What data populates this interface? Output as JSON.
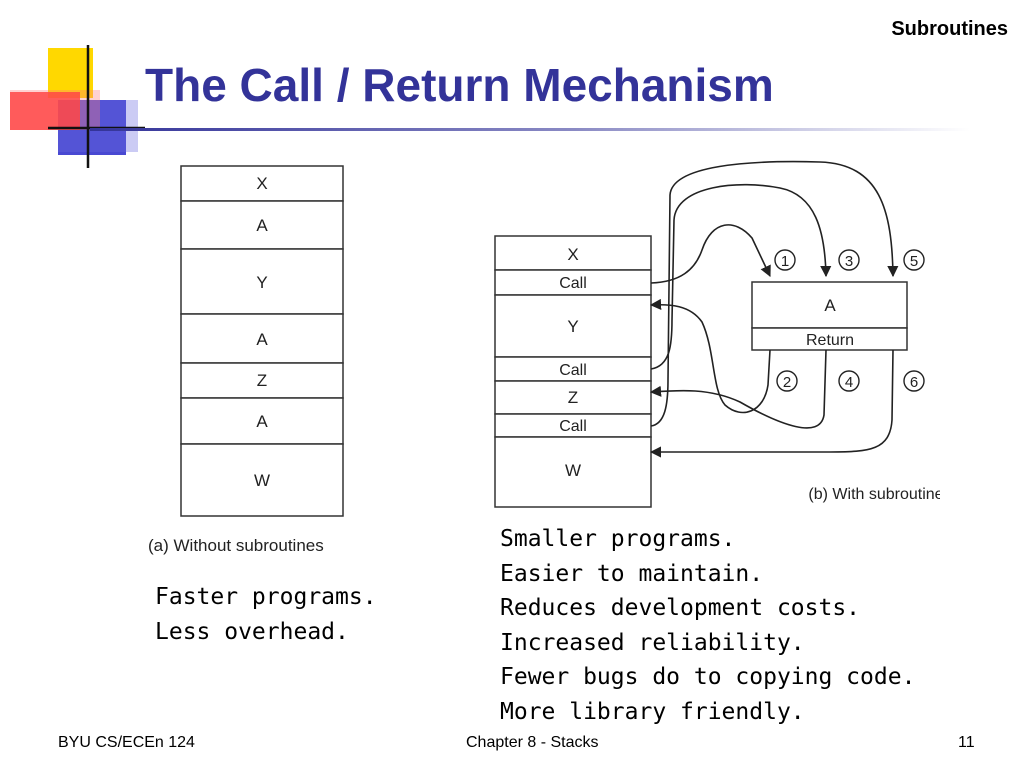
{
  "header": {
    "section": "Subroutines",
    "title": "The Call / Return Mechanism"
  },
  "diagram_a": {
    "blocks": [
      "X",
      "A",
      "Y",
      "A",
      "Z",
      "A",
      "W"
    ],
    "caption": "(a) Without subroutines"
  },
  "diagram_b": {
    "blocks": [
      "X",
      "Call",
      "Y",
      "Call",
      "Z",
      "Call",
      "W"
    ],
    "subroutine_name": "A",
    "return_label": "Return",
    "call_markers": [
      "1",
      "3",
      "5"
    ],
    "return_markers": [
      "2",
      "4",
      "6"
    ],
    "caption": "(b) With subroutines"
  },
  "left_points": [
    "Faster programs.",
    "Less overhead."
  ],
  "right_points": [
    "Smaller programs.",
    "Easier to maintain.",
    "Reduces development costs.",
    "Increased reliability.",
    "Fewer bugs do to copying code.",
    "More library friendly."
  ],
  "footer": {
    "left": "BYU CS/ECEn 124",
    "center": "Chapter 8 - Stacks",
    "page": "11"
  }
}
